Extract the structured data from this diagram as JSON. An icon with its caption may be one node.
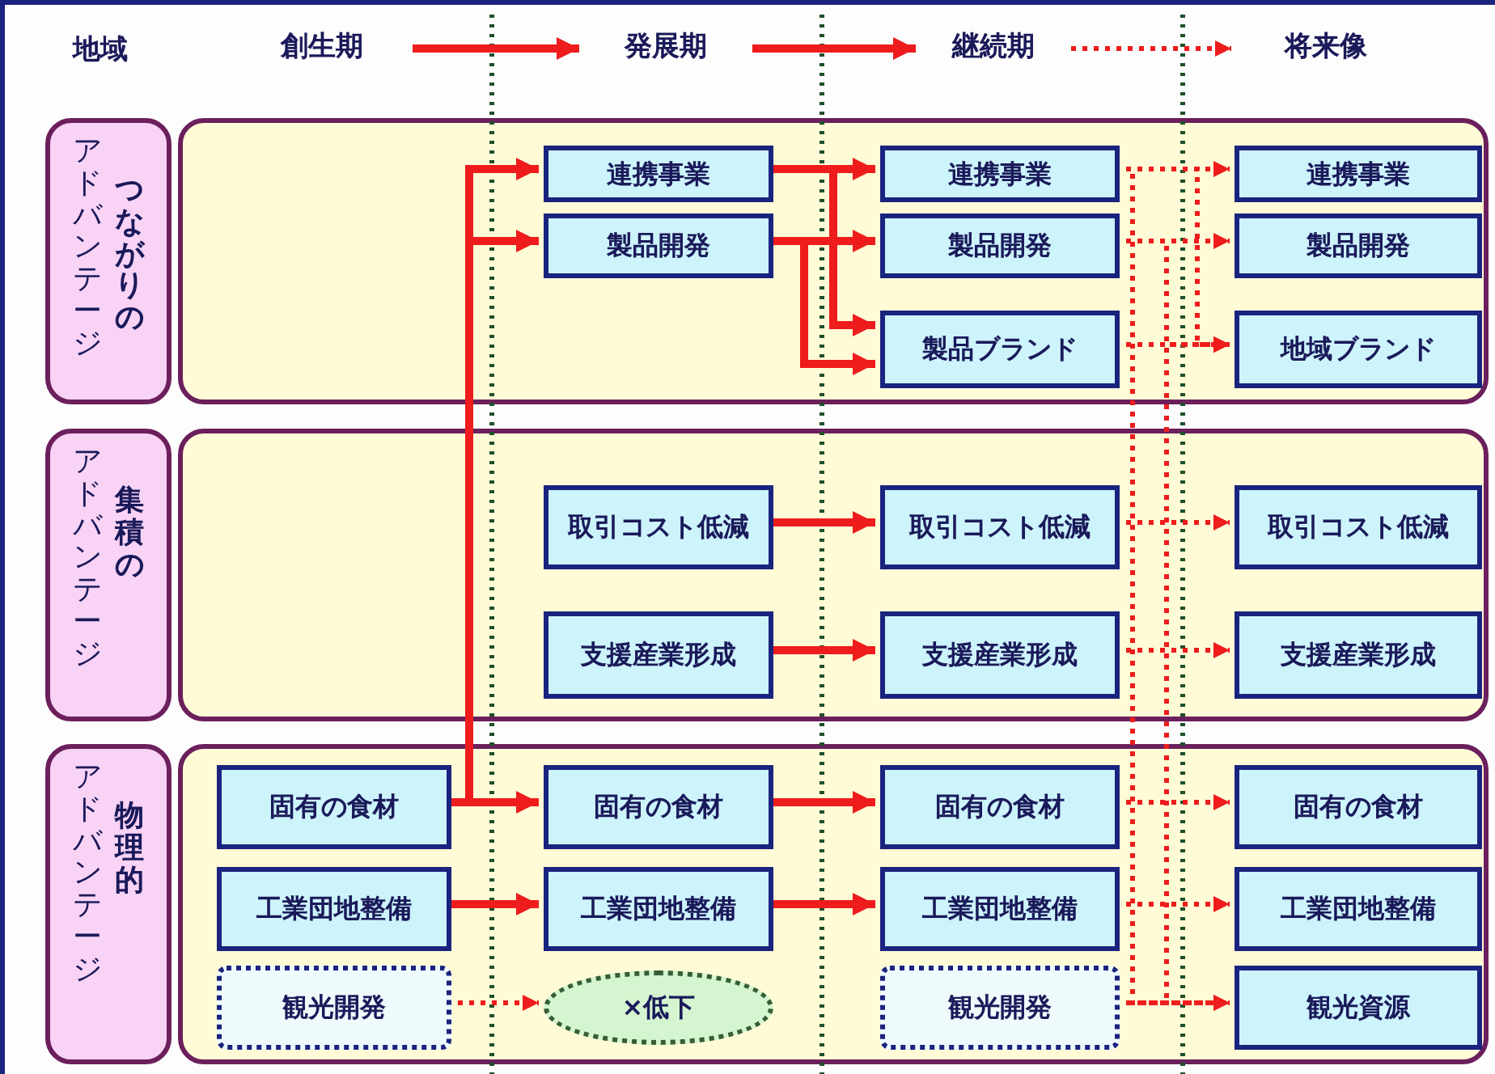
{
  "diagram": {
    "nodes": [
      {
        "text": [
          "創生期"
        ]
      },
      {
        "text": [
          "発展期"
        ]
      },
      {
        "text": [
          "継続期"
        ]
      },
      {
        "text": [
          "将来像"
        ]
      },
      {
        "text": [
          "アドバンテージ",
          "つながりの"
        ]
      },
      {
        "text": [],
        "shape": "box"
      },
      {
        "text": [
          "連携事業"
        ],
        "in": 5
      },
      {
        "text": [
          "製品開発"
        ],
        "in": 5
      },
      {
        "text": [
          "連携事業"
        ],
        "in": 5
      },
      {
        "text": [
          "製品開発"
        ],
        "in": 5
      },
      {
        "text": [
          "製品ブランド"
        ],
        "in": 5
      },
      {
        "text": [
          "連携事業"
        ],
        "in": 5
      },
      {
        "text": [
          "製品開発"
        ],
        "in": 5
      },
      {
        "text": [
          "地域ブランド"
        ],
        "in": 5
      },
      {
        "text": [
          "アドバンテージ",
          "集積の"
        ]
      },
      {
        "text": [],
        "shape": "box"
      },
      {
        "text": [
          "取引コスト低減"
        ],
        "in": 15
      },
      {
        "text": [
          "支援産業形成"
        ],
        "in": 15
      },
      {
        "text": [
          "取引コスト低減"
        ],
        "in": 15
      },
      {
        "text": [
          "支援産業形成"
        ],
        "in": 15
      },
      {
        "text": [
          "取引コスト低減"
        ],
        "in": 15
      },
      {
        "text": [
          "支援産業形成"
        ],
        "in": 15
      },
      {
        "text": [
          "アドバンテージ",
          "物理的"
        ]
      },
      {
        "text": [],
        "shape": "box"
      },
      {
        "text": [
          "固有の食材"
        ],
        "in": 23
      },
      {
        "text": [
          "工業団地整備"
        ],
        "in": 23
      },
      {
        "text": [
          "観光開発"
        ],
        "in": 23
      },
      {
        "text": [
          "固有の食材"
        ],
        "in": 23
      },
      {
        "text": [
          "工業団地整備"
        ],
        "in": 23
      },
      {
        "text": [
          "×低下"
        ],
        "in": 23
      },
      {
        "text": [
          "固有の食材"
        ],
        "in": 23
      },
      {
        "text": [
          "工業団地整備"
        ],
        "in": 23
      },
      {
        "text": [
          "観光開発"
        ],
        "in": 23
      },
      {
        "text": [
          "固有の食材"
        ],
        "in": 23
      },
      {
        "text": [
          "工業団地整備"
        ],
        "in": 23
      },
      {
        "text": [
          "観光資源"
        ],
        "in": 23
      }
    ],
    "edges": [
      {
        "from": 0,
        "to": 1,
        "arrow": "to"
      },
      {
        "from": 1,
        "to": 2,
        "arrow": "to"
      },
      {
        "from": 2,
        "to": 3,
        "arrow": "to",
        "style": "dashed"
      },
      {
        "from": 24,
        "to": 27,
        "arrow": "to"
      },
      {
        "from": 24,
        "to": 6,
        "arrow": "to"
      },
      {
        "from": 24,
        "to": 7,
        "arrow": "to"
      },
      {
        "from": 25,
        "to": 28,
        "arrow": "to"
      },
      {
        "from": 26,
        "to": 29,
        "arrow": "to",
        "style": "dashed"
      },
      {
        "from": 6,
        "to": 8,
        "arrow": "to"
      },
      {
        "from": 6,
        "to": 10,
        "arrow": "to"
      },
      {
        "from": 7,
        "to": 9,
        "arrow": "to"
      },
      {
        "from": 7,
        "to": 10,
        "arrow": "to"
      },
      {
        "from": 16,
        "to": 18,
        "arrow": "to"
      },
      {
        "from": 17,
        "to": 19,
        "arrow": "to"
      },
      {
        "from": 27,
        "to": 30,
        "arrow": "to"
      },
      {
        "from": 28,
        "to": 31,
        "arrow": "to"
      },
      {
        "from": 8,
        "to": 11,
        "arrow": "to",
        "style": "dashed"
      },
      {
        "from": 9,
        "to": 12,
        "arrow": "to",
        "style": "dashed"
      },
      {
        "from": 10,
        "to": 13,
        "arrow": "to",
        "style": "dashed"
      },
      {
        "from": 8,
        "to": 13,
        "arrow": "to",
        "style": "dashed"
      },
      {
        "from": 9,
        "to": 13,
        "arrow": "to",
        "style": "dashed"
      },
      {
        "from": 32,
        "to": 13,
        "arrow": "to",
        "style": "dashed"
      },
      {
        "from": 8,
        "to": 35,
        "arrow": "to",
        "style": "dashed"
      },
      {
        "from": 18,
        "to": 20,
        "arrow": "to",
        "style": "dashed"
      },
      {
        "from": 19,
        "to": 21,
        "arrow": "to",
        "style": "dashed"
      },
      {
        "from": 30,
        "to": 33,
        "arrow": "to",
        "style": "dashed"
      },
      {
        "from": 31,
        "to": 34,
        "arrow": "to",
        "style": "dashed"
      },
      {
        "from": 32,
        "to": 35,
        "arrow": "to",
        "style": "dashed"
      }
    ],
    "labels": [
      "地域"
    ]
  }
}
